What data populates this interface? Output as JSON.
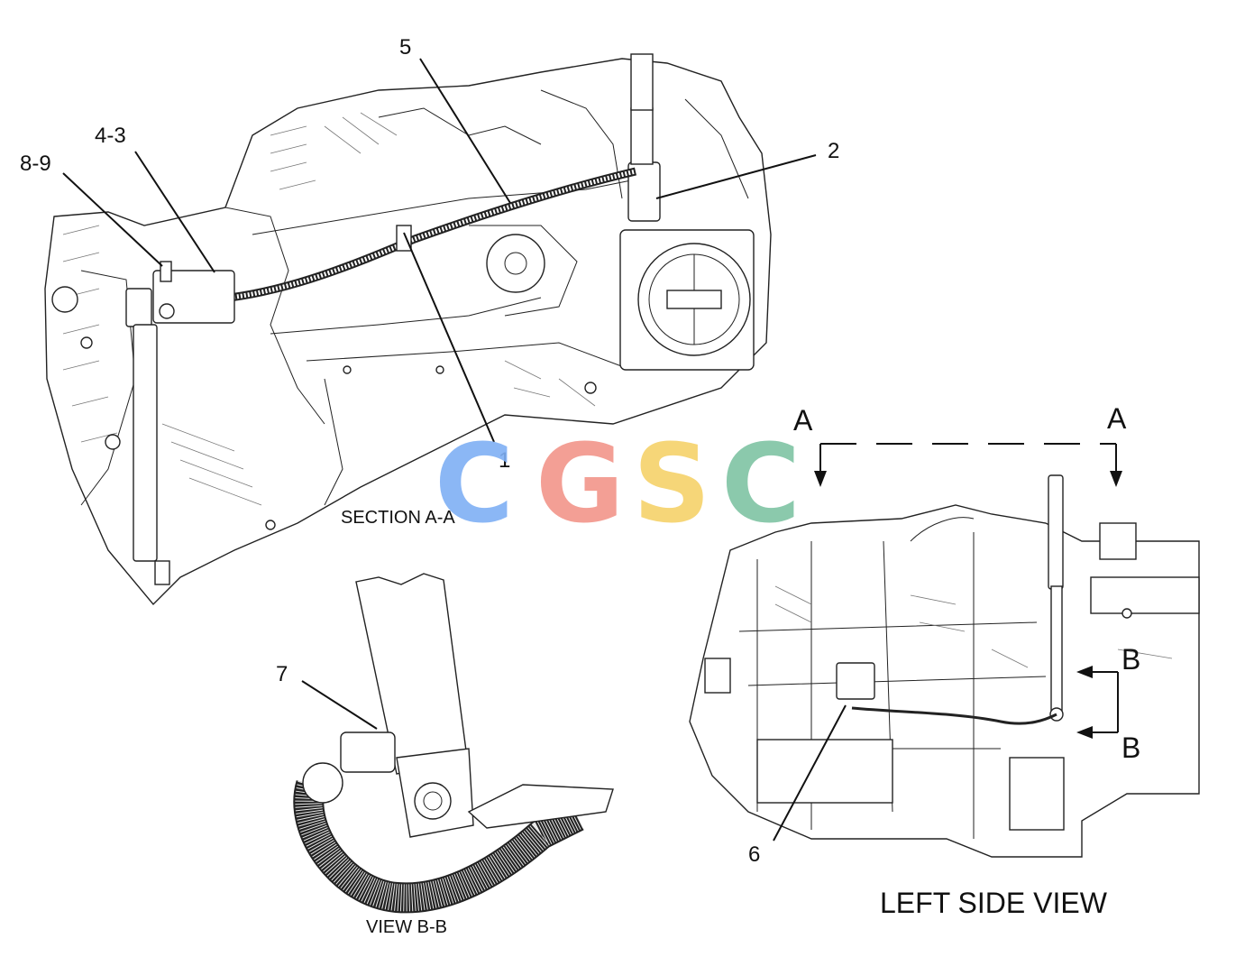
{
  "callouts": {
    "c5": "5",
    "c43": "4-3",
    "c89": "8-9",
    "c2": "2",
    "c1": "1",
    "c7": "7",
    "c6": "6"
  },
  "section_markers": {
    "a_left": "A",
    "a_right": "A",
    "b_top": "B",
    "b_bottom": "B"
  },
  "captions": {
    "section_aa": "SECTION A-A",
    "view_bb": "VIEW B-B",
    "left_side_view": "LEFT SIDE VIEW"
  },
  "watermark": {
    "letters": [
      "C",
      "G",
      "S",
      "C"
    ],
    "colors": [
      "#7fb0f5",
      "#f2958a",
      "#f6d26a",
      "#7fc4a4"
    ]
  }
}
